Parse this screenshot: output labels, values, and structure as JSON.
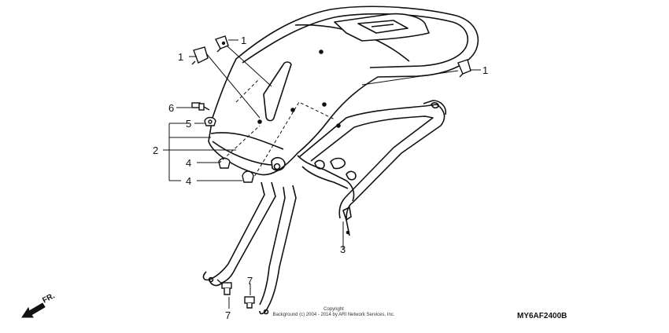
{
  "callouts": {
    "c1a": "1",
    "c1b": "1",
    "c1c": "1",
    "c2": "2",
    "c3": "3",
    "c4a": "4",
    "c4b": "4",
    "c5": "5",
    "c6": "6",
    "c7a": "7",
    "c7b": "7"
  },
  "front_arrow": {
    "label": "FR."
  },
  "copyright": {
    "line1": "Copyright",
    "line2": "Background (c) 2004 - 2014 by ARI Network Services, Inc."
  },
  "diagram_code": "MY6AF2400B"
}
